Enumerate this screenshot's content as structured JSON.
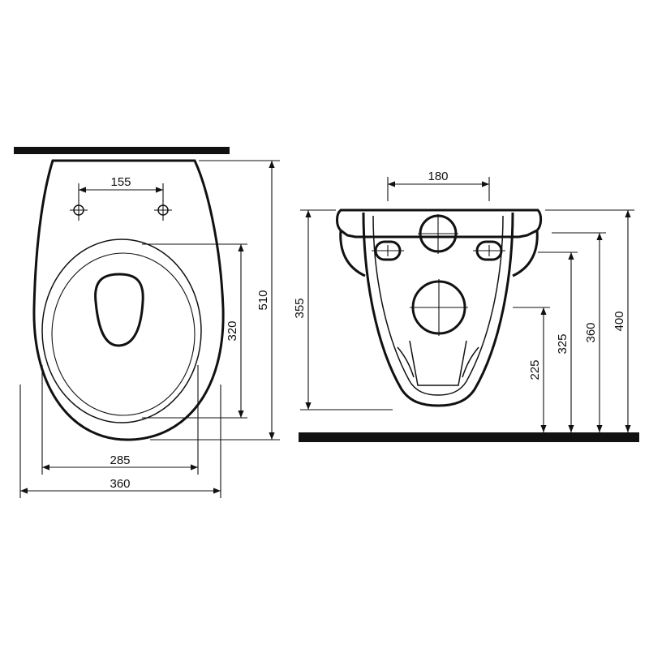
{
  "top_view": {
    "hole_spacing": "155",
    "opening_depth": "320",
    "total_depth": "510",
    "inner_width": "285",
    "total_width": "360"
  },
  "rear_view": {
    "pipe_spacing": "180",
    "left_height": "355",
    "height_225": "225",
    "height_325": "325",
    "height_360": "360",
    "height_400": "400"
  }
}
